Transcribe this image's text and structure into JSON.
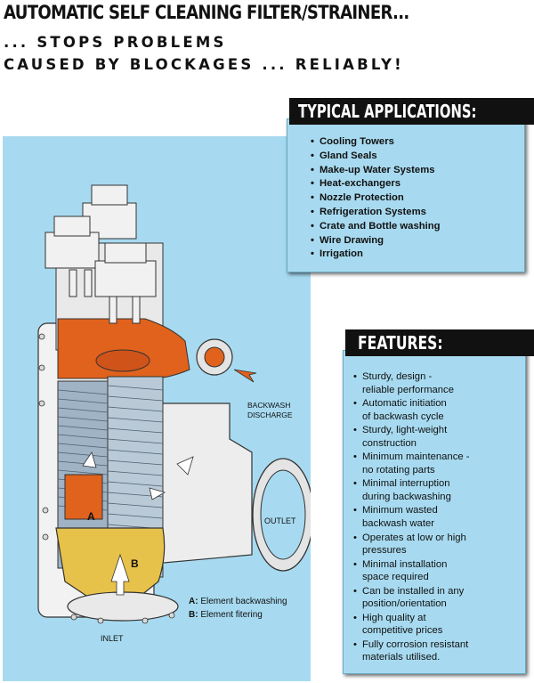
{
  "header": {
    "title": "AUTOMATIC SELF CLEANING FILTER/STRAINER...",
    "subtitle_line1": "... STOPS PROBLEMS",
    "subtitle_line2": "CAUSED BY BLOCKAGES ... RELIABLY!"
  },
  "applications": {
    "heading": "TYPICAL APPLICATIONS:",
    "items": [
      "Cooling Towers",
      "Gland Seals",
      "Make-up Water Systems",
      "Heat-exchangers",
      "Nozzle Protection",
      "Refrigeration Systems",
      "Crate and Bottle washing",
      "Wire Drawing",
      "Irrigation"
    ]
  },
  "features": {
    "heading": "FEATURES:",
    "items": [
      [
        "Sturdy, design -",
        "reliable performance"
      ],
      [
        "Automatic initiation",
        "of backwash cycle"
      ],
      [
        "Sturdy, light-weight",
        "construction"
      ],
      [
        "Minimum maintenance -",
        "no rotating parts"
      ],
      [
        "Minimal interruption",
        "during backwashing"
      ],
      [
        "Minimum wasted",
        "backwash water"
      ],
      [
        "Operates at low or high",
        "pressures"
      ],
      [
        "Minimal installation",
        "space required"
      ],
      [
        "Can be installed in any",
        "position/orientation"
      ],
      [
        "High quality at",
        "competitive prices"
      ],
      [
        "Fully corrosion resistant",
        "materials utilised."
      ]
    ]
  },
  "diagram": {
    "backwash_label_1": "BACKWASH",
    "backwash_label_2": "DISCHARGE",
    "outlet_label": "OUTLET",
    "inlet_label": "INLET",
    "marker_a": "A",
    "marker_b": "B",
    "legend_a_key": "A:",
    "legend_a_text": "Element backwashing",
    "legend_b_key": "B:",
    "legend_b_text": "Element fitering"
  },
  "colors": {
    "panel_blue": "#a7daf0",
    "accent_orange": "#e0621c",
    "element_yellow": "#e7c24a",
    "heading_black": "#111111"
  }
}
